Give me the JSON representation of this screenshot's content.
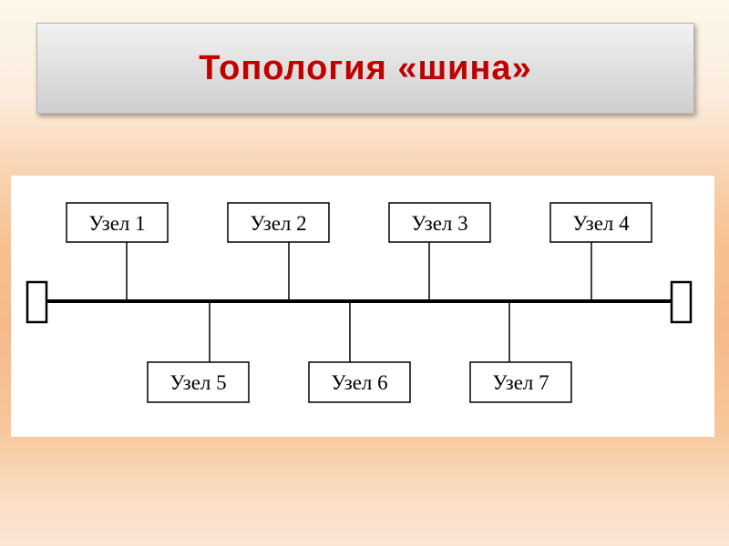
{
  "title": "Топология «шина»",
  "diagram": {
    "nodes_top": [
      "Узел 1",
      "Узел 2",
      "Узел 3",
      "Узел 4"
    ],
    "nodes_bottom": [
      "Узел 5",
      "Узел 6",
      "Узел 7"
    ]
  }
}
